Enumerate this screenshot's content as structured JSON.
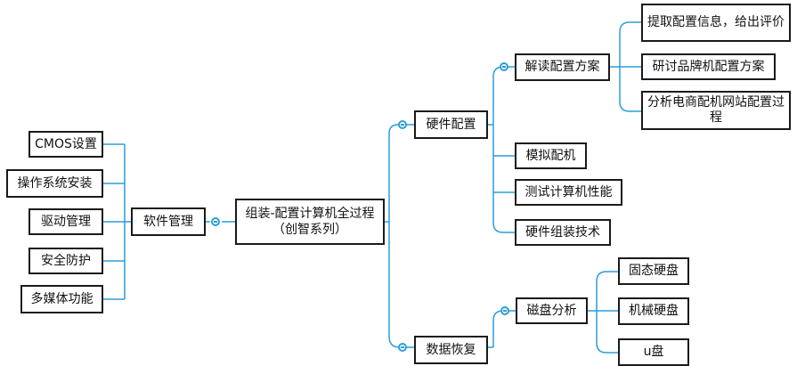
{
  "colors": {
    "connector": "#2b9ed9",
    "border": "#1a1a1a",
    "text": "#111111"
  },
  "icons": {
    "collapse": "minus-circle-icon"
  },
  "nodes": {
    "root": "组装-配置计算机全过程（创智系列）",
    "software": "软件管理",
    "cmos": "CMOS设置",
    "os_install": "操作系统安装",
    "driver": "驱动管理",
    "security": "安全防护",
    "multimedia": "多媒体功能",
    "hardware": "硬件配置",
    "read_config": "解读配置方案",
    "extract_info": "提取配置信息，给出评价",
    "brand_config": "研讨品牌机配置方案",
    "ecommerce_config": "分析电商配机网站配置过程",
    "simulate": "模拟配机",
    "perf_test": "测试计算机性能",
    "assembly": "硬件组装技术",
    "recovery": "数据恢复",
    "disk_analysis": "磁盘分析",
    "ssd": "固态硬盘",
    "hdd": "机械硬盘",
    "udisk": "u盘"
  }
}
